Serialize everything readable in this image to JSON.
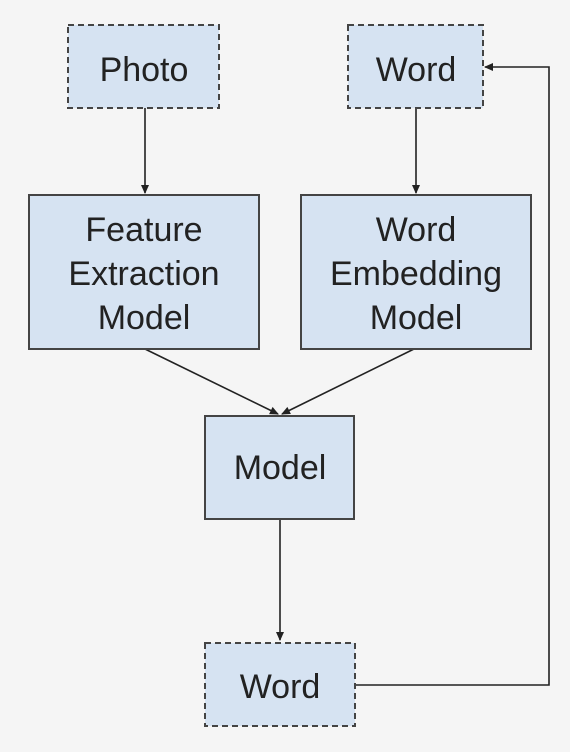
{
  "nodes": {
    "photo": {
      "label": "Photo",
      "style": "dashed"
    },
    "word_input": {
      "label": "Word",
      "style": "dashed"
    },
    "feature_extraction": {
      "lines": [
        "Feature",
        "Extraction",
        "Model"
      ],
      "style": "solid"
    },
    "word_embedding": {
      "lines": [
        "Word",
        "Embedding",
        "Model"
      ],
      "style": "solid"
    },
    "model": {
      "label": "Model",
      "style": "solid"
    },
    "word_output": {
      "label": "Word",
      "style": "dashed"
    }
  },
  "edges": [
    {
      "from": "photo",
      "to": "feature_extraction"
    },
    {
      "from": "word_input",
      "to": "word_embedding"
    },
    {
      "from": "feature_extraction",
      "to": "model"
    },
    {
      "from": "word_embedding",
      "to": "model"
    },
    {
      "from": "model",
      "to": "word_output"
    },
    {
      "from": "word_output",
      "to": "word_input"
    }
  ],
  "colors": {
    "background": "#f5f5f5",
    "box_fill": "#d6e3f2",
    "box_stroke": "#444444",
    "edge": "#222222"
  }
}
